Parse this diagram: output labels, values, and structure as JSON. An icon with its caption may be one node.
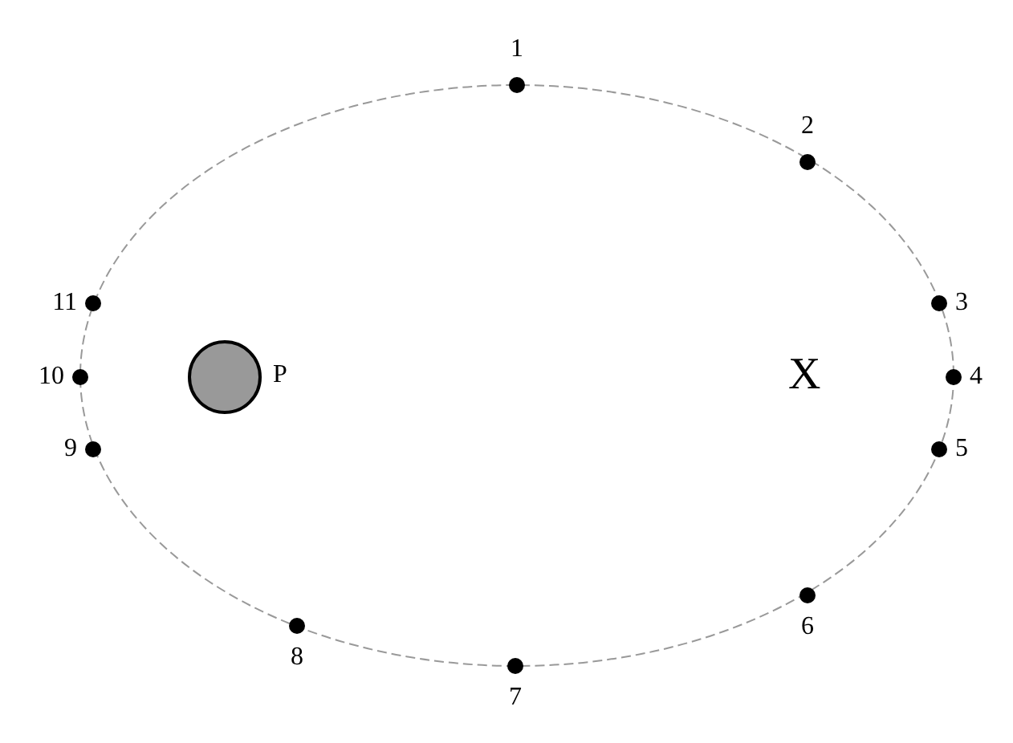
{
  "diagram": {
    "nodes": [
      {
        "text": [
          "1"
        ]
      },
      {
        "text": [
          "2"
        ]
      },
      {
        "text": [
          "3"
        ]
      },
      {
        "text": [
          "4"
        ]
      },
      {
        "text": [
          "5"
        ]
      },
      {
        "text": [
          "6"
        ]
      },
      {
        "text": [
          "7"
        ]
      },
      {
        "text": [
          "8"
        ]
      },
      {
        "text": [
          "9"
        ]
      },
      {
        "text": [
          "10"
        ]
      },
      {
        "text": [
          "11"
        ]
      },
      {
        "text": [
          "P"
        ]
      }
    ],
    "labels": [
      "X"
    ]
  }
}
